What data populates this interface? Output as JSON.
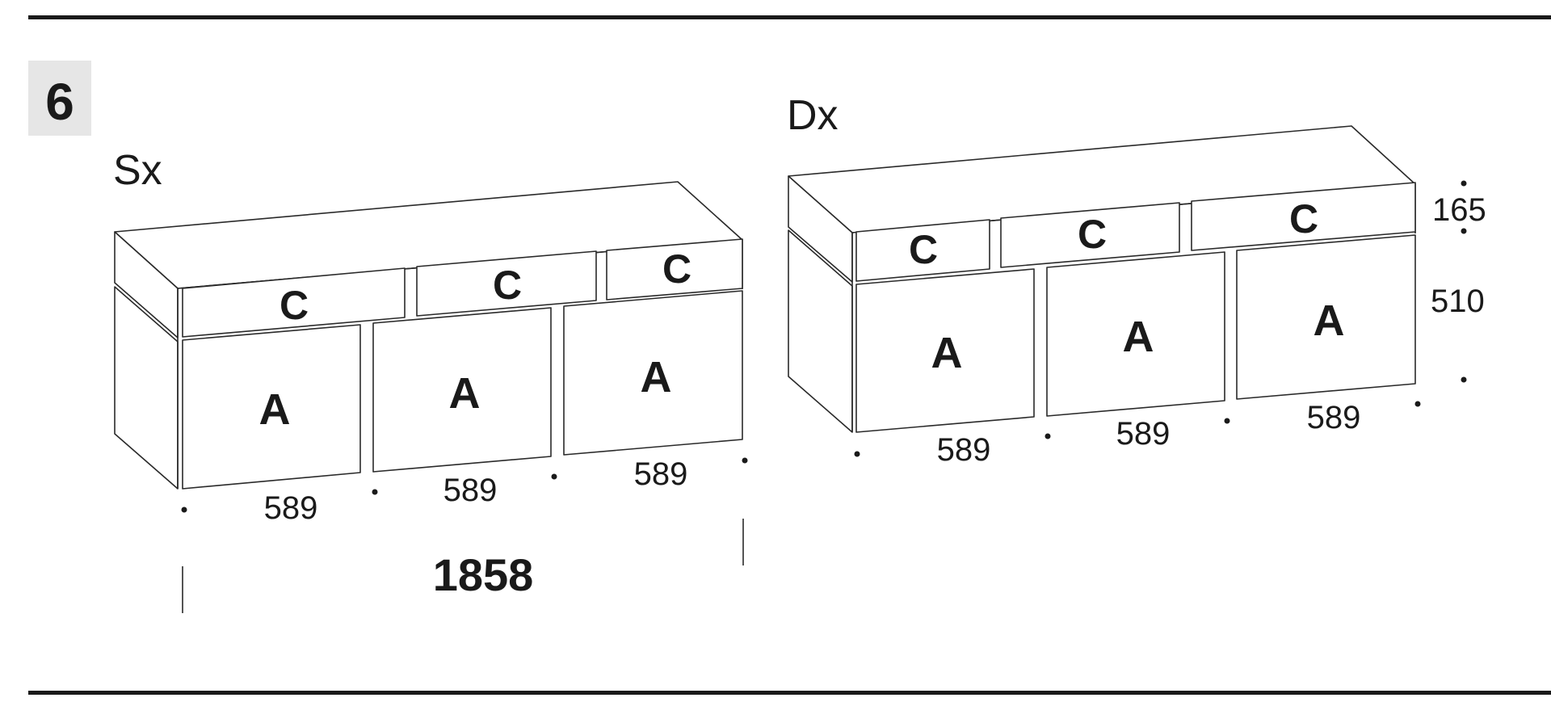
{
  "step": {
    "number": "6"
  },
  "left_unit": {
    "side_label": "Sx",
    "top_labels": [
      "C",
      "C",
      "C"
    ],
    "bottom_labels": [
      "A",
      "A",
      "A"
    ],
    "widths": [
      "589",
      "589",
      "589"
    ],
    "total_width": "1858"
  },
  "right_unit": {
    "side_label": "Dx",
    "top_labels": [
      "C",
      "C",
      "C"
    ],
    "bottom_labels": [
      "A",
      "A",
      "A"
    ],
    "widths": [
      "589",
      "589",
      "589"
    ],
    "height_top": "165",
    "height_bottom": "510"
  },
  "colors": {
    "line": "#2a2a2a",
    "step_badge": "#e6e6e6"
  }
}
